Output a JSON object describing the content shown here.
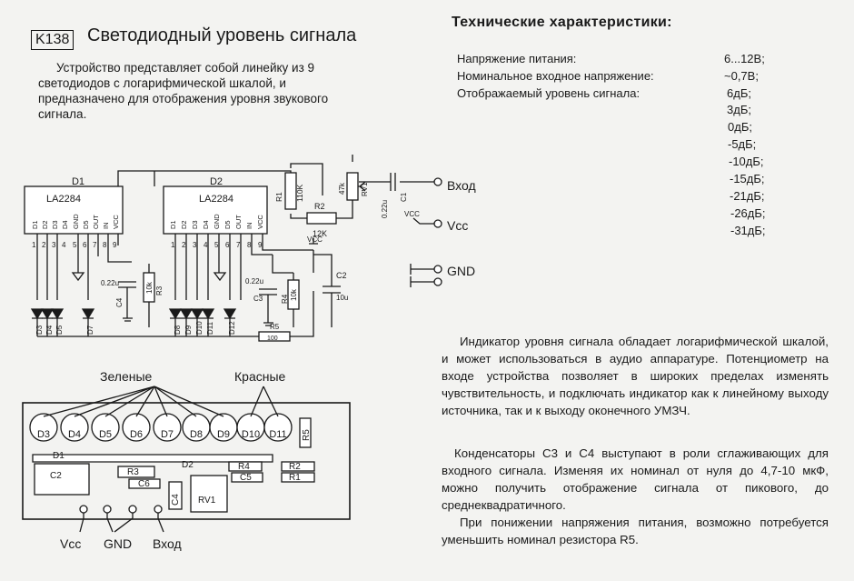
{
  "header": {
    "code": "K138",
    "title": "Светодиодный уровень сигнала",
    "intro": "Устройство представляет собой линейку из 9 светодиодов с логарифмической шкалой, и предназначено для отображения уровня звукового сигнала."
  },
  "specs": {
    "title": "Технические характеристики:",
    "rows": [
      {
        "label": "Напряжение питания:",
        "value": "6...12В;"
      },
      {
        "label": "Номинальное входное напряжение:",
        "value": "~0,7В;"
      },
      {
        "label": "Отображаемый уровень сигнала:",
        "value": "6дБ;"
      }
    ],
    "levels": [
      "3дБ;",
      "0дБ;",
      "-5дБ;",
      "-10дБ;",
      "-15дБ;",
      "-21дБ;",
      "-26дБ;",
      "-31дБ;"
    ]
  },
  "schematic": {
    "d1": "D1",
    "d1_chip": "LA2284",
    "d2": "D2",
    "d2_chip": "LA2284",
    "chip_pins": [
      "D1",
      "D2",
      "D3",
      "D4",
      "GND",
      "D5",
      "OUT",
      "IN",
      "VCC"
    ],
    "pin_numbers": [
      "1",
      "2",
      "3",
      "4",
      "5",
      "6",
      "7",
      "8",
      "9"
    ],
    "r1": "R1",
    "r1_val": "110K",
    "r2": "R2",
    "r2_val": "12K",
    "rv1": "RV1",
    "rv1_val": "47k",
    "c1": "C1",
    "c1_val": "0.22u",
    "c2": "C2",
    "c2_val": "10u",
    "c3": "C3",
    "c3_val": "0.22u",
    "c4": "C4",
    "c4_val": "0.22u",
    "r3": "R3",
    "r3_val": "10k",
    "r4": "R4",
    "r4_val": "10k",
    "r5": "R5",
    "r5_val": "100",
    "leds_left": [
      "D3",
      "D4",
      "D5",
      "D7"
    ],
    "leds_right": [
      "D8",
      "D9",
      "D10",
      "D11",
      "D12"
    ],
    "vcc_small": "VCC",
    "in_label": "Вход",
    "vcc_label": "Vcc",
    "gnd_label": "GND"
  },
  "board": {
    "green_label": "Зеленые",
    "red_label": "Красные",
    "leds": [
      "D3",
      "D4",
      "D5",
      "D6",
      "D7",
      "D8",
      "D9",
      "D10",
      "D11"
    ],
    "parts": {
      "c2": "C2",
      "r3": "R3",
      "c6": "C6",
      "c4": "C4",
      "rv1": "RV1",
      "r4": "R4",
      "r2": "R2",
      "c5": "C5",
      "r1": "R1",
      "r5": "R5",
      "d1": "D1",
      "d2": "D2"
    },
    "bottom": [
      "Vcc",
      "GND",
      "Вход"
    ]
  },
  "description": [
    "Индикатор уровня сигнала обладает логарифмической шкалой, и может использоваться в аудио аппаратуре. Потенциометр на входе устройства позволяет в широких пределах изменять чувствительность, и подключать индикатор как к линейному выходу источника, так и к выходу оконечного УМЗЧ.",
    "Конденсаторы С3 и С4 выступают в роли сглаживающих для входного сигнала. Изменяя их номинал от нуля до 4,7-10 мкФ, можно получить отображение сигнала от пикового, до среднеквадратичного.",
    "При понижении напряжения питания, возможно потребуется уменьшить номинал резистора R5."
  ]
}
